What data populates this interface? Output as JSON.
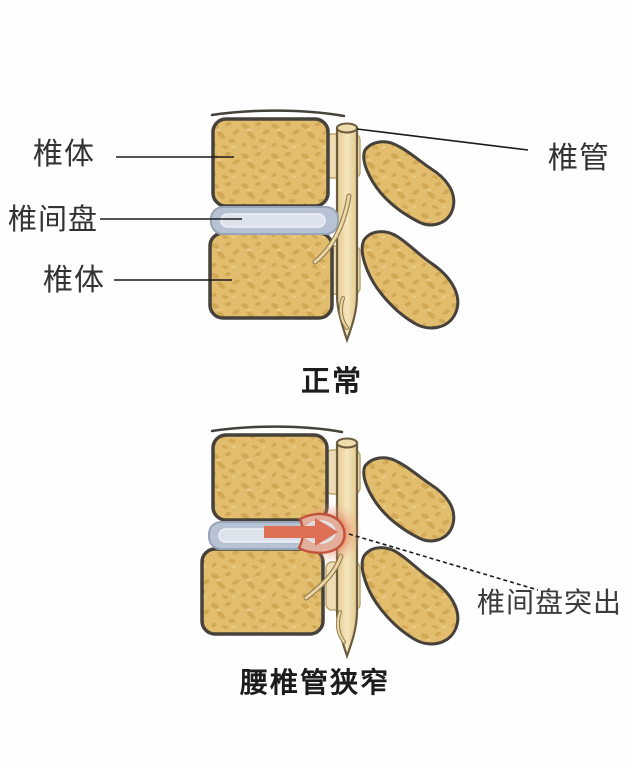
{
  "figure": {
    "panels": [
      {
        "caption": "正常",
        "labels": [
          {
            "id": "vertebral-body-upper",
            "text": "椎体"
          },
          {
            "id": "intervertebral-disc",
            "text": "椎间盘"
          },
          {
            "id": "vertebral-body-lower",
            "text": "椎体"
          },
          {
            "id": "spinal-canal",
            "text": "椎管"
          }
        ]
      },
      {
        "caption": "腰椎管狭窄",
        "labels": [
          {
            "id": "disc-herniation",
            "text": "椎间盘突出"
          }
        ]
      }
    ],
    "colors": {
      "bone_base": "#e3bd6e",
      "bone_speckle": "#c3963e",
      "bone_outline": "#46413a",
      "canal_base": "#e2c88d",
      "canal_highlight": "#f5e7bd",
      "canal_outline": "#6b5c40",
      "disc_outer": "#b7c3d4",
      "disc_inner": "#dde3ec",
      "disc_outline": "#96a5b8",
      "hernia_glow": "#dd5b3b",
      "hernia_bulb": "#e4ae9d",
      "hernia_ring": "#c4523a",
      "hernia_core": "#d7d5da",
      "hernia_arrow": "#dd7055",
      "pointer_line": "#1a1a1a"
    }
  }
}
